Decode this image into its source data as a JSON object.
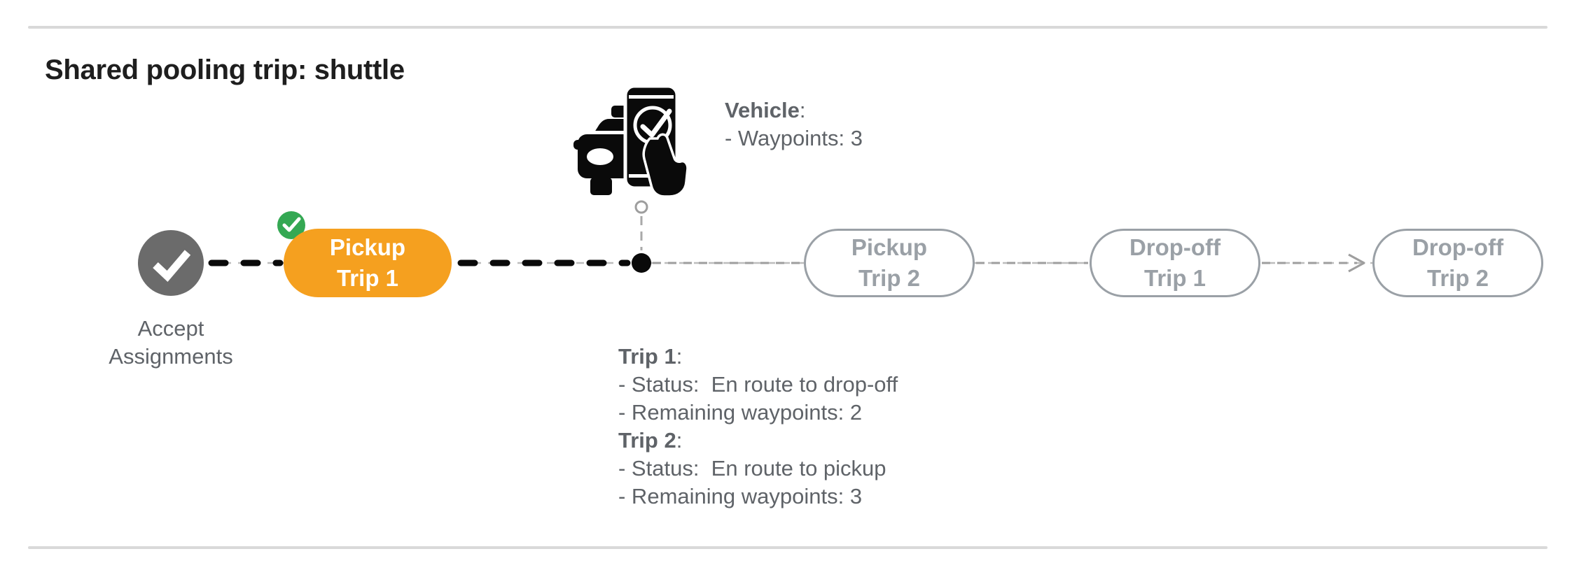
{
  "page": {
    "title": "Shared pooling trip: shuttle"
  },
  "punctuation": {
    "colon": ":"
  },
  "vehicle_callout": {
    "icon": "car-phone-check-icon",
    "heading": "Vehicle",
    "lines": [
      "- Waypoints: 3"
    ]
  },
  "timeline": {
    "nodes": [
      {
        "id": "accept-assignments",
        "type": "completed-circle",
        "icon": "check-icon",
        "label": "Accept\nAssignments"
      },
      {
        "id": "pickup-trip-1",
        "type": "active-pill",
        "badge_icon": "check-badge-icon",
        "label": "Pickup\nTrip 1"
      },
      {
        "id": "vehicle-position",
        "type": "current-position-dot",
        "label": ""
      },
      {
        "id": "pickup-trip-2",
        "type": "upcoming-pill",
        "label": "Pickup\nTrip 2"
      },
      {
        "id": "dropoff-trip-1",
        "type": "upcoming-pill",
        "label": "Drop-off\nTrip 1"
      },
      {
        "id": "dropoff-trip-2",
        "type": "upcoming-pill",
        "label": "Drop-off\nTrip 2"
      }
    ]
  },
  "trip_details": [
    {
      "heading": "Trip 1",
      "lines": [
        "- Status:  En route to drop-off",
        "- Remaining waypoints: 2"
      ]
    },
    {
      "heading": "Trip 2",
      "lines": [
        "- Status:  En route to pickup",
        "- Remaining waypoints: 3"
      ]
    }
  ],
  "colors": {
    "active_pill": "#F5A01F",
    "completed_badge": "#34A853",
    "completed_node": "#6B6B6B",
    "upcoming_outline": "#9AA0A6",
    "text_primary": "#1E1E1E",
    "text_secondary": "#5F6368",
    "divider": "#D9D9D9",
    "connector_black": "#0A0A0A",
    "connector_gray": "#9E9E9E"
  }
}
